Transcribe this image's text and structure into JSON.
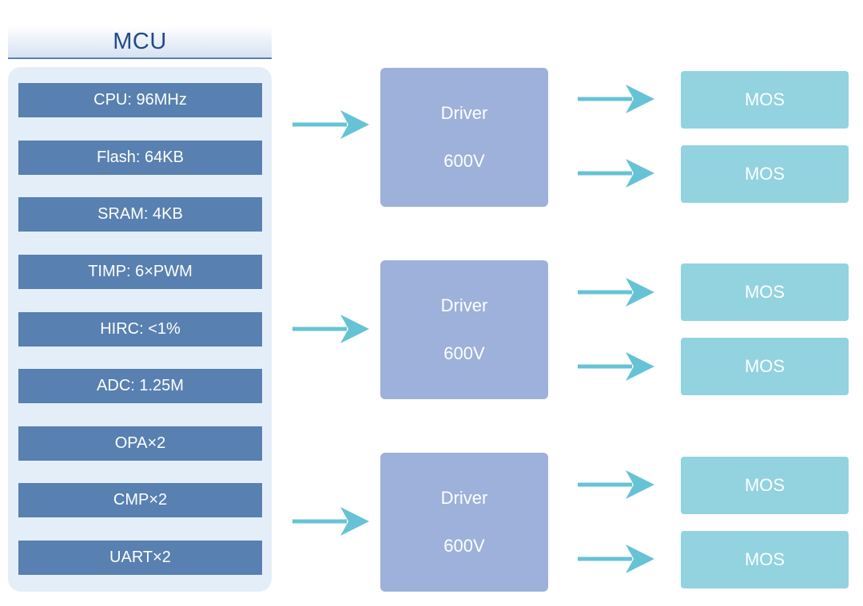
{
  "colors": {
    "mcu_title": "#1f4b8a",
    "spec_box": "#5880b1",
    "panel": "#e4eef8",
    "driver": "#9db1da",
    "mos": "#92d3df",
    "arrow": "#66c3d6"
  },
  "mcu": {
    "title": "MCU",
    "specs": [
      "CPU: 96MHz",
      "Flash: 64KB",
      "SRAM: 4KB",
      "TIMP: 6×PWM",
      "HIRC: <1%",
      "ADC: 1.25M",
      "OPA×2",
      "CMP×2",
      "UART×2"
    ]
  },
  "drivers": [
    {
      "label": "Driver",
      "voltage": "600V",
      "outputs": [
        "MOS",
        "MOS"
      ]
    },
    {
      "label": "Driver",
      "voltage": "600V",
      "outputs": [
        "MOS",
        "MOS"
      ]
    },
    {
      "label": "Driver",
      "voltage": "600V",
      "outputs": [
        "MOS",
        "MOS"
      ]
    }
  ]
}
